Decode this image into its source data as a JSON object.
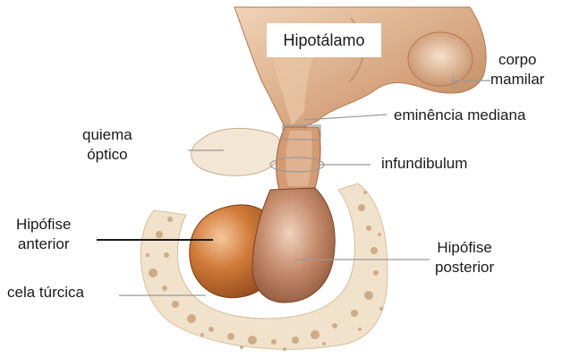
{
  "labels": {
    "hypothalamus": "Hipotálamo",
    "mammillary_1": "corpo",
    "mammillary_2": "mamilar",
    "median_eminence": "eminência mediana",
    "optic_1": "quiema",
    "optic_2": "óptico",
    "infundibulum": "infundibulum",
    "anterior_1": "Hipófise",
    "anterior_2": "anterior",
    "posterior_1": "Hipófise",
    "posterior_2": "posterior",
    "sella": "cela túrcica"
  },
  "colors": {
    "bone_fill": "#f1e2cb",
    "bone_spots": "#c8a27e",
    "hypothalamus_fill": "#d9ab86",
    "hypothalamus_light": "#efd3b8",
    "anterior_fill": "#c8702e",
    "posterior_fill": "#b87958",
    "leader": "#999999"
  }
}
